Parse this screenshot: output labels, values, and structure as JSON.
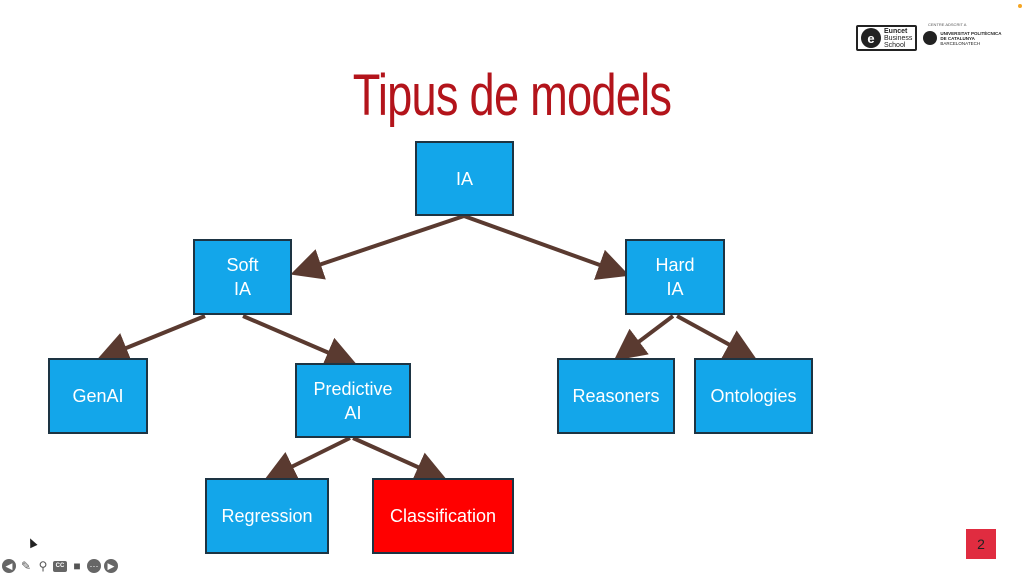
{
  "slide": {
    "title": "Tipus de models",
    "page_number": "2"
  },
  "logo": {
    "euncet_line1": "Euncet",
    "euncet_line2": "Business",
    "euncet_line3": "School",
    "upc_small": "CENTRE ADSCRIT A",
    "upc_name": "UNIVERSITAT POLITÈCNICA DE CATALUNYA",
    "upc_sub": "BARCELONATECH"
  },
  "nodes": {
    "ia": "IA",
    "soft_ia_line1": "Soft",
    "soft_ia_line2": "IA",
    "hard_ia_line1": "Hard",
    "hard_ia_line2": "IA",
    "genai": "GenAI",
    "predictive_line1": "Predictive",
    "predictive_line2": "AI",
    "reasoners": "Reasoners",
    "ontologies": "Ontologies",
    "regression": "Regression",
    "classification": "Classification"
  },
  "colors": {
    "node_fill": "#13a6ea",
    "highlight_fill": "#ff0000",
    "arrow": "#5a3a30",
    "title": "#b3141b"
  },
  "toolbar": {
    "icons": [
      "back-icon",
      "pen-icon",
      "zoom-icon",
      "captions-icon",
      "video-icon",
      "more-icon",
      "forward-icon"
    ]
  }
}
